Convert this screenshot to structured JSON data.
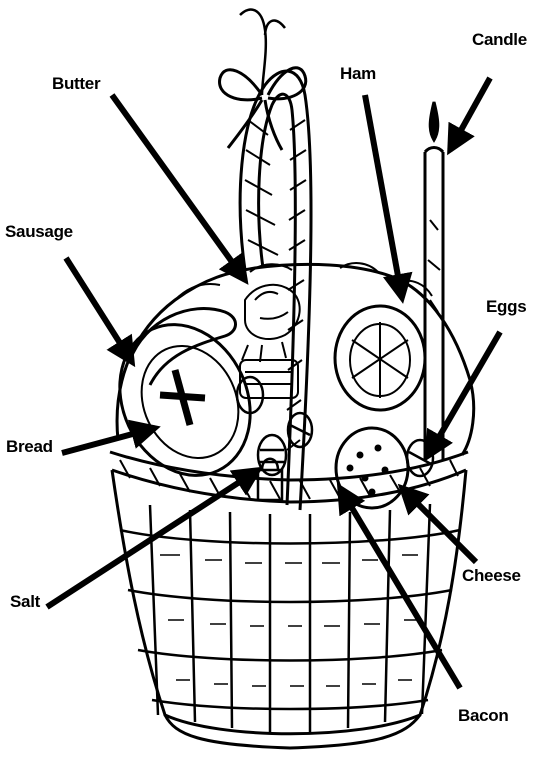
{
  "diagram": {
    "labels": {
      "butter": "Butter",
      "ham": "Ham",
      "candle": "Candle",
      "sausage": "Sausage",
      "eggs": "Eggs",
      "bread": "Bread",
      "salt": "Salt",
      "cheese": "Cheese",
      "bacon": "Bacon"
    },
    "ink_color": "#000000",
    "background_color": "#ffffff"
  }
}
